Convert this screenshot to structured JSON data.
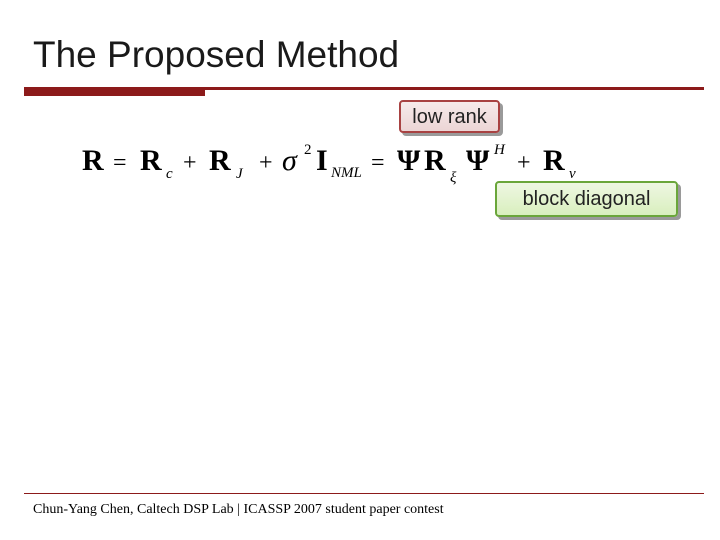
{
  "slide": {
    "title": "The Proposed Method",
    "equation": {
      "R": "R",
      "equals": "=",
      "Rc_base": "R",
      "Rc_sub": "c",
      "plus1": "+",
      "RJ_base": "R",
      "RJ_sub": "J",
      "plus2": "+",
      "sigma": "σ",
      "sigma_sup": "2",
      "I": "I",
      "nml_label": "NML",
      "equals2": "=",
      "Psi1": "Ψ",
      "Rxi_base": "R",
      "Rxi_sub": "ξ",
      "Psi2": "Ψ",
      "Psi2_sup": "H",
      "plus3": "+",
      "Rv_base": "R",
      "Rv_sub": "v"
    },
    "callouts": {
      "low_rank": "low rank",
      "block_diagonal": "block diagonal"
    },
    "footer": "Chun-Yang Chen, Caltech DSP Lab | ICASSP 2007 student paper contest"
  },
  "colors": {
    "accent": "#8c1a1a",
    "low_rank_border": "#a84242",
    "block_diagonal_border": "#6aa63a"
  }
}
